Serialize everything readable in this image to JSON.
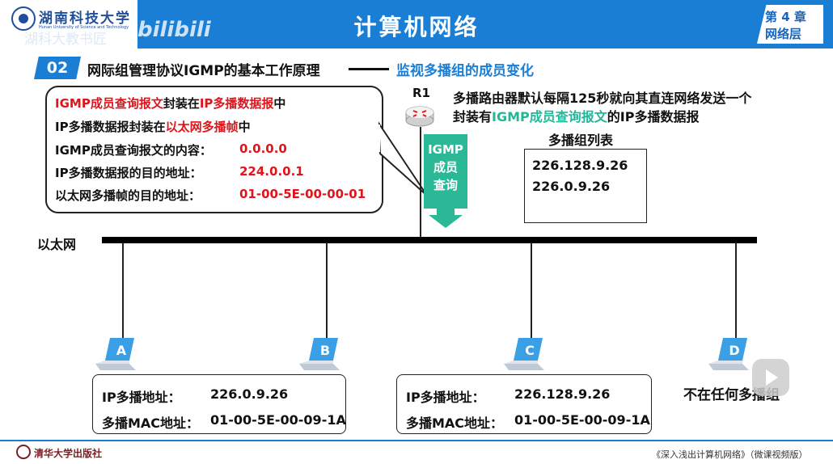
{
  "header": {
    "university_name": "湖南科技大学",
    "university_en": "Hunan University of Science and Technology",
    "watermark": "湖科大教书匠",
    "platform": "bilibili",
    "title": "计算机网络",
    "chapter_num": "第 4 章",
    "chapter_name": "网络层",
    "color": "#1a7fd4"
  },
  "section": {
    "badge": "02",
    "title": "网际组管理协议IGMP的基本工作原理",
    "subtitle": "监视多播组的成员变化"
  },
  "bubble": {
    "line1": {
      "a": "IGMP成员查询报文",
      "b": "封装在",
      "c": "IP多播数据报",
      "d": "中"
    },
    "line2": {
      "a": "IP多播数据报封装在",
      "b": "以太网多播帧",
      "c": "中"
    },
    "line3": {
      "label": "IGMP成员查询报文的内容：",
      "value": "0.0.0.0"
    },
    "line4": {
      "label": "IP多播数据报的目的地址：",
      "value": "224.0.0.1"
    },
    "line5": {
      "label": "以太网多播帧的目的地址：",
      "value": "01-00-5E-00-00-01"
    }
  },
  "router": {
    "label": "R1",
    "packet_label": [
      "IGMP",
      "成员",
      "查询"
    ],
    "note_line1": "多播路由器默认每隔125秒就向其直连网络发送一个",
    "note_line2_a": "封装有",
    "note_line2_b": "IGMP成员查询报文",
    "note_line2_c": "的IP多播数据报",
    "group_list_title": "多播组列表",
    "group_list": [
      "226.128.9.26",
      "226.0.9.26"
    ]
  },
  "network": {
    "label": "以太网"
  },
  "hosts": [
    {
      "name": "A"
    },
    {
      "name": "B"
    },
    {
      "name": "C"
    },
    {
      "name": "D"
    }
  ],
  "groups": [
    {
      "ip_label": "IP多播地址：",
      "ip": "226.0.9.26",
      "mac_label": "多播MAC地址：",
      "mac": "01-00-5E-00-09-1A"
    },
    {
      "ip_label": "IP多播地址：",
      "ip": "226.128.9.26",
      "mac_label": "多播MAC地址：",
      "mac": "01-00-5E-00-09-1A"
    }
  ],
  "host_d_note": "不在任何多播组",
  "footer": {
    "publisher": "清华大学出版社",
    "book": "《深入浅出计算机网络》（微课视频版）"
  },
  "colors": {
    "accent_blue": "#1a7fd4",
    "highlight_red": "#e0141b",
    "highlight_green": "#21b899",
    "host_icon": "#3a9fe4"
  }
}
